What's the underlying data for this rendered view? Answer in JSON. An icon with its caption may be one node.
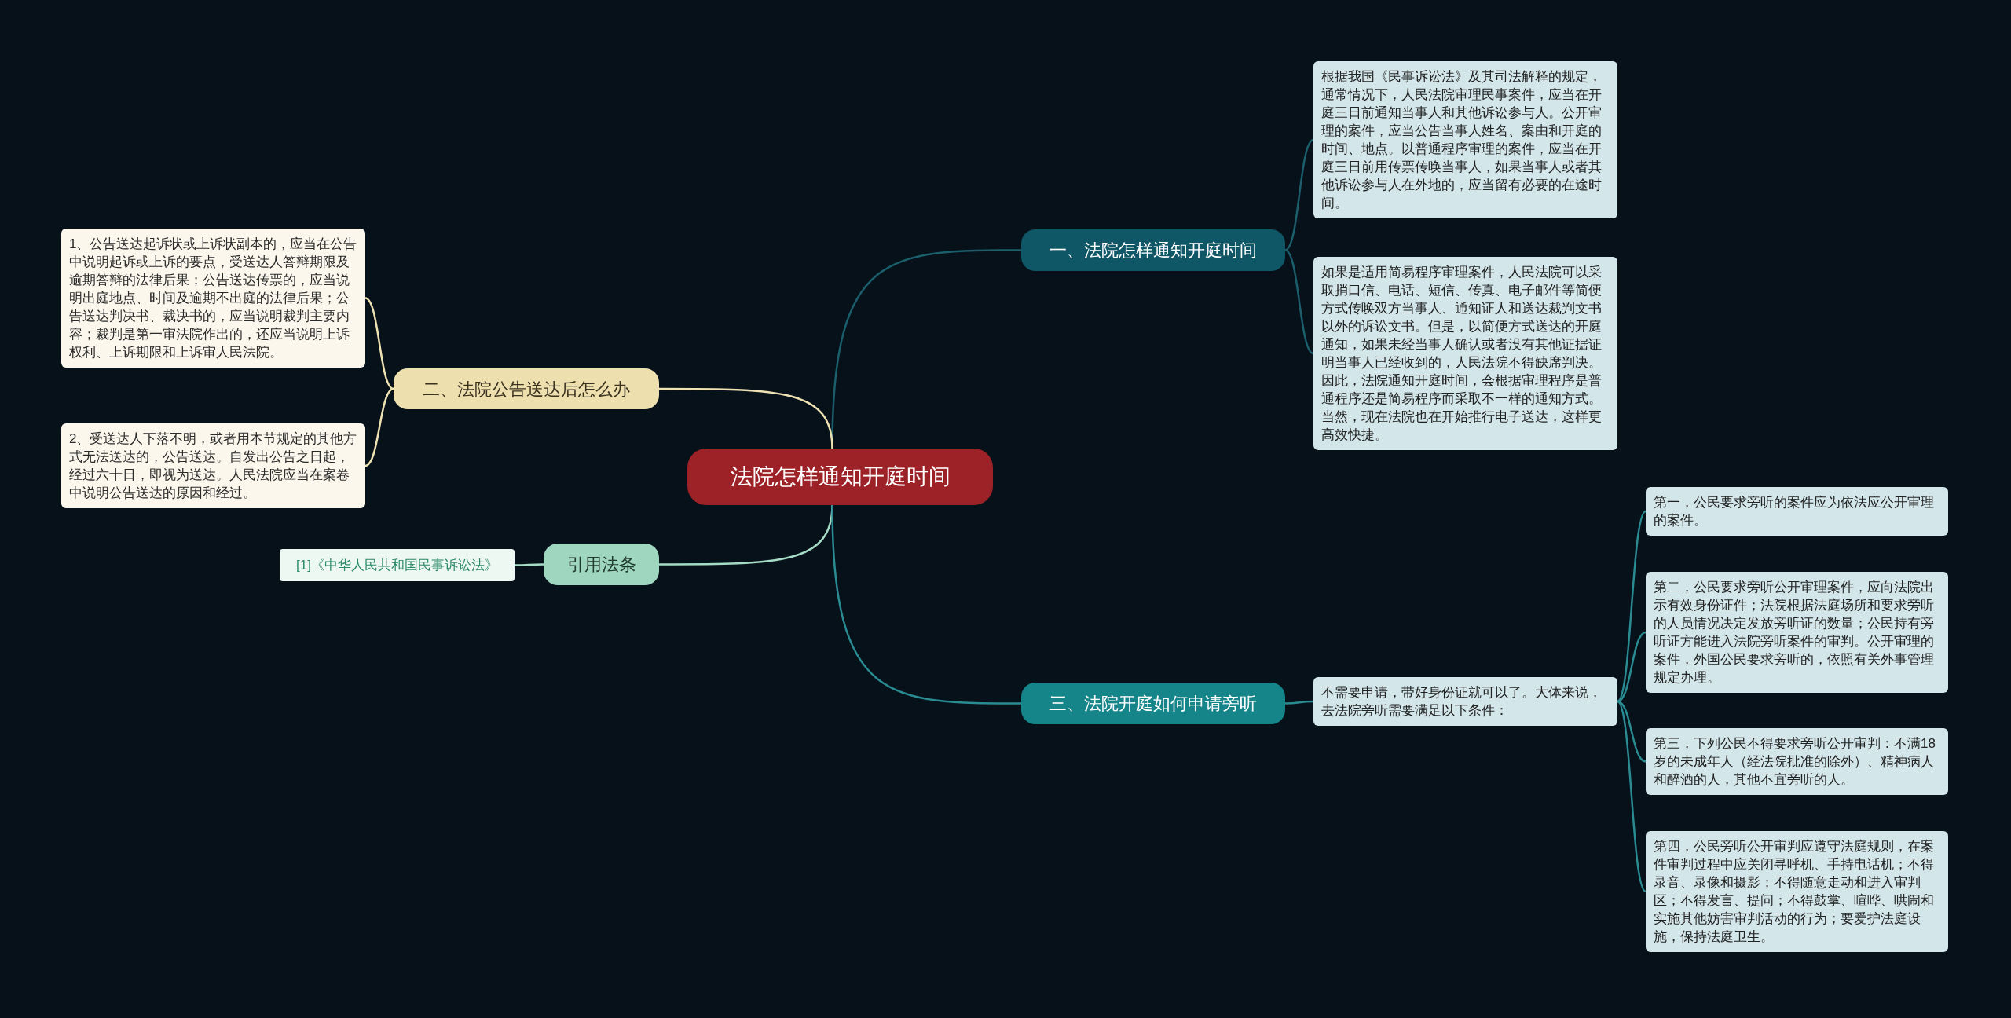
{
  "diagram": {
    "nodes": [
      {
        "text": [
          "法院怎样通知开庭时间"
        ]
      },
      {
        "text": [
          "一、法院怎样通知开庭时间"
        ]
      },
      {
        "text": [
          "根据我国《民事诉讼法》及其司法解释的规定，通常情况下，人民法院审理民事案件，应当在开庭三日前通知当事人和其他诉讼参与人。公开审理的案件，应当公告当事人姓名、案由和开庭的时间、地点。以普通程序审理的案件，应当在开庭三日前用传票传唤当事人，如果当事人或者其他诉讼参与人在外地的，应当留有必要的在途时间。"
        ]
      },
      {
        "text": [
          "如果是适用简易程序审理案件，人民法院可以采取捎口信、电话、短信、传真、电子邮件等简便方式传唤双方当事人、通知证人和送达裁判文书以外的诉讼文书。但是，以简便方式送达的开庭通知，如果未经当事人确认或者没有其他证据证明当事人已经收到的，人民法院不得缺席判决。因此，法院通知开庭时间，会根据审理程序是普通程序还是简易程序而采取不一样的通知方式。当然，现在法院也在开始推行电子送达，这样更高效快捷。"
        ]
      },
      {
        "text": [
          "二、法院公告送达后怎么办"
        ]
      },
      {
        "text": [
          "1、公告送达起诉状或上诉状副本的，应当在公告中说明起诉或上诉的要点，受送达人答辩期限及逾期答辩的法律后果；公告送达传票的，应当说明出庭地点、时间及逾期不出庭的法律后果；公告送达判决书、裁决书的，应当说明裁判主要内容；裁判是第一审法院作出的，还应当说明上诉权利、上诉期限和上诉审人民法院。"
        ]
      },
      {
        "text": [
          "2、受送达人下落不明，或者用本节规定的其他方式无法送达的，公告送达。自发出公告之日起，经过六十日，即视为送达。人民法院应当在案卷中说明公告送达的原因和经过。"
        ]
      },
      {
        "text": [
          "引用法条"
        ]
      },
      {
        "text": [
          "[1]《中华人民共和国民事诉讼法》"
        ]
      },
      {
        "text": [
          "三、法院开庭如何申请旁听"
        ]
      },
      {
        "text": [
          "不需要申请，带好身份证就可以了。大体来说，去法院旁听需要满足以下条件："
        ]
      },
      {
        "text": [
          "第一，公民要求旁听的案件应为依法应公开审理的案件。"
        ]
      },
      {
        "text": [
          "第二，公民要求旁听公开审理案件，应向法院出示有效身份证件；法院根据法庭场所和要求旁听的人员情况决定发放旁听证的数量；公民持有旁听证方能进入法院旁听案件的审判。公开审理的案件，外国公民要求旁听的，依照有关外事管理规定办理。"
        ]
      },
      {
        "text": [
          "第三，下列公民不得要求旁听公开审判：不满18岁的未成年人（经法院批准的除外）、精神病人和醉酒的人，其他不宜旁听的人。"
        ]
      },
      {
        "text": [
          "第四，公民旁听公开审判应遵守法庭规则，在案件审判过程中应关闭寻呼机、手持电话机；不得录音、录像和摄影；不得随意走动和进入审判区；不得发言、提问；不得鼓掌、喧哗、哄闹和实施其他妨害审判活动的行为；要爱护法庭设施，保持法庭卫生。"
        ]
      }
    ],
    "edges": [
      {
        "from": 0,
        "to": 1,
        "arrow": "none",
        "color": "#1b5e6c"
      },
      {
        "from": 1,
        "to": 2,
        "arrow": "none",
        "color": "#1b5e6c"
      },
      {
        "from": 1,
        "to": 3,
        "arrow": "none",
        "color": "#1b5e6c"
      },
      {
        "from": 0,
        "to": 4,
        "arrow": "none",
        "color": "#efe2b2"
      },
      {
        "from": 4,
        "to": 5,
        "arrow": "none",
        "color": "#efe2b2"
      },
      {
        "from": 4,
        "to": 6,
        "arrow": "none",
        "color": "#efe2b2"
      },
      {
        "from": 0,
        "to": 7,
        "arrow": "none",
        "color": "#a6dcc6"
      },
      {
        "from": 7,
        "to": 8,
        "arrow": "none",
        "color": "#a6dcc6"
      },
      {
        "from": 0,
        "to": 9,
        "arrow": "none",
        "color": "#2a8c92"
      },
      {
        "from": 9,
        "to": 10,
        "arrow": "none",
        "color": "#2a8c92"
      },
      {
        "from": 10,
        "to": 11,
        "arrow": "none",
        "color": "#2a8c92"
      },
      {
        "from": 10,
        "to": 12,
        "arrow": "none",
        "color": "#2a8c92"
      },
      {
        "from": 10,
        "to": 13,
        "arrow": "none",
        "color": "#2a8c92"
      },
      {
        "from": 10,
        "to": 14,
        "arrow": "none",
        "color": "#2a8c92"
      }
    ]
  }
}
